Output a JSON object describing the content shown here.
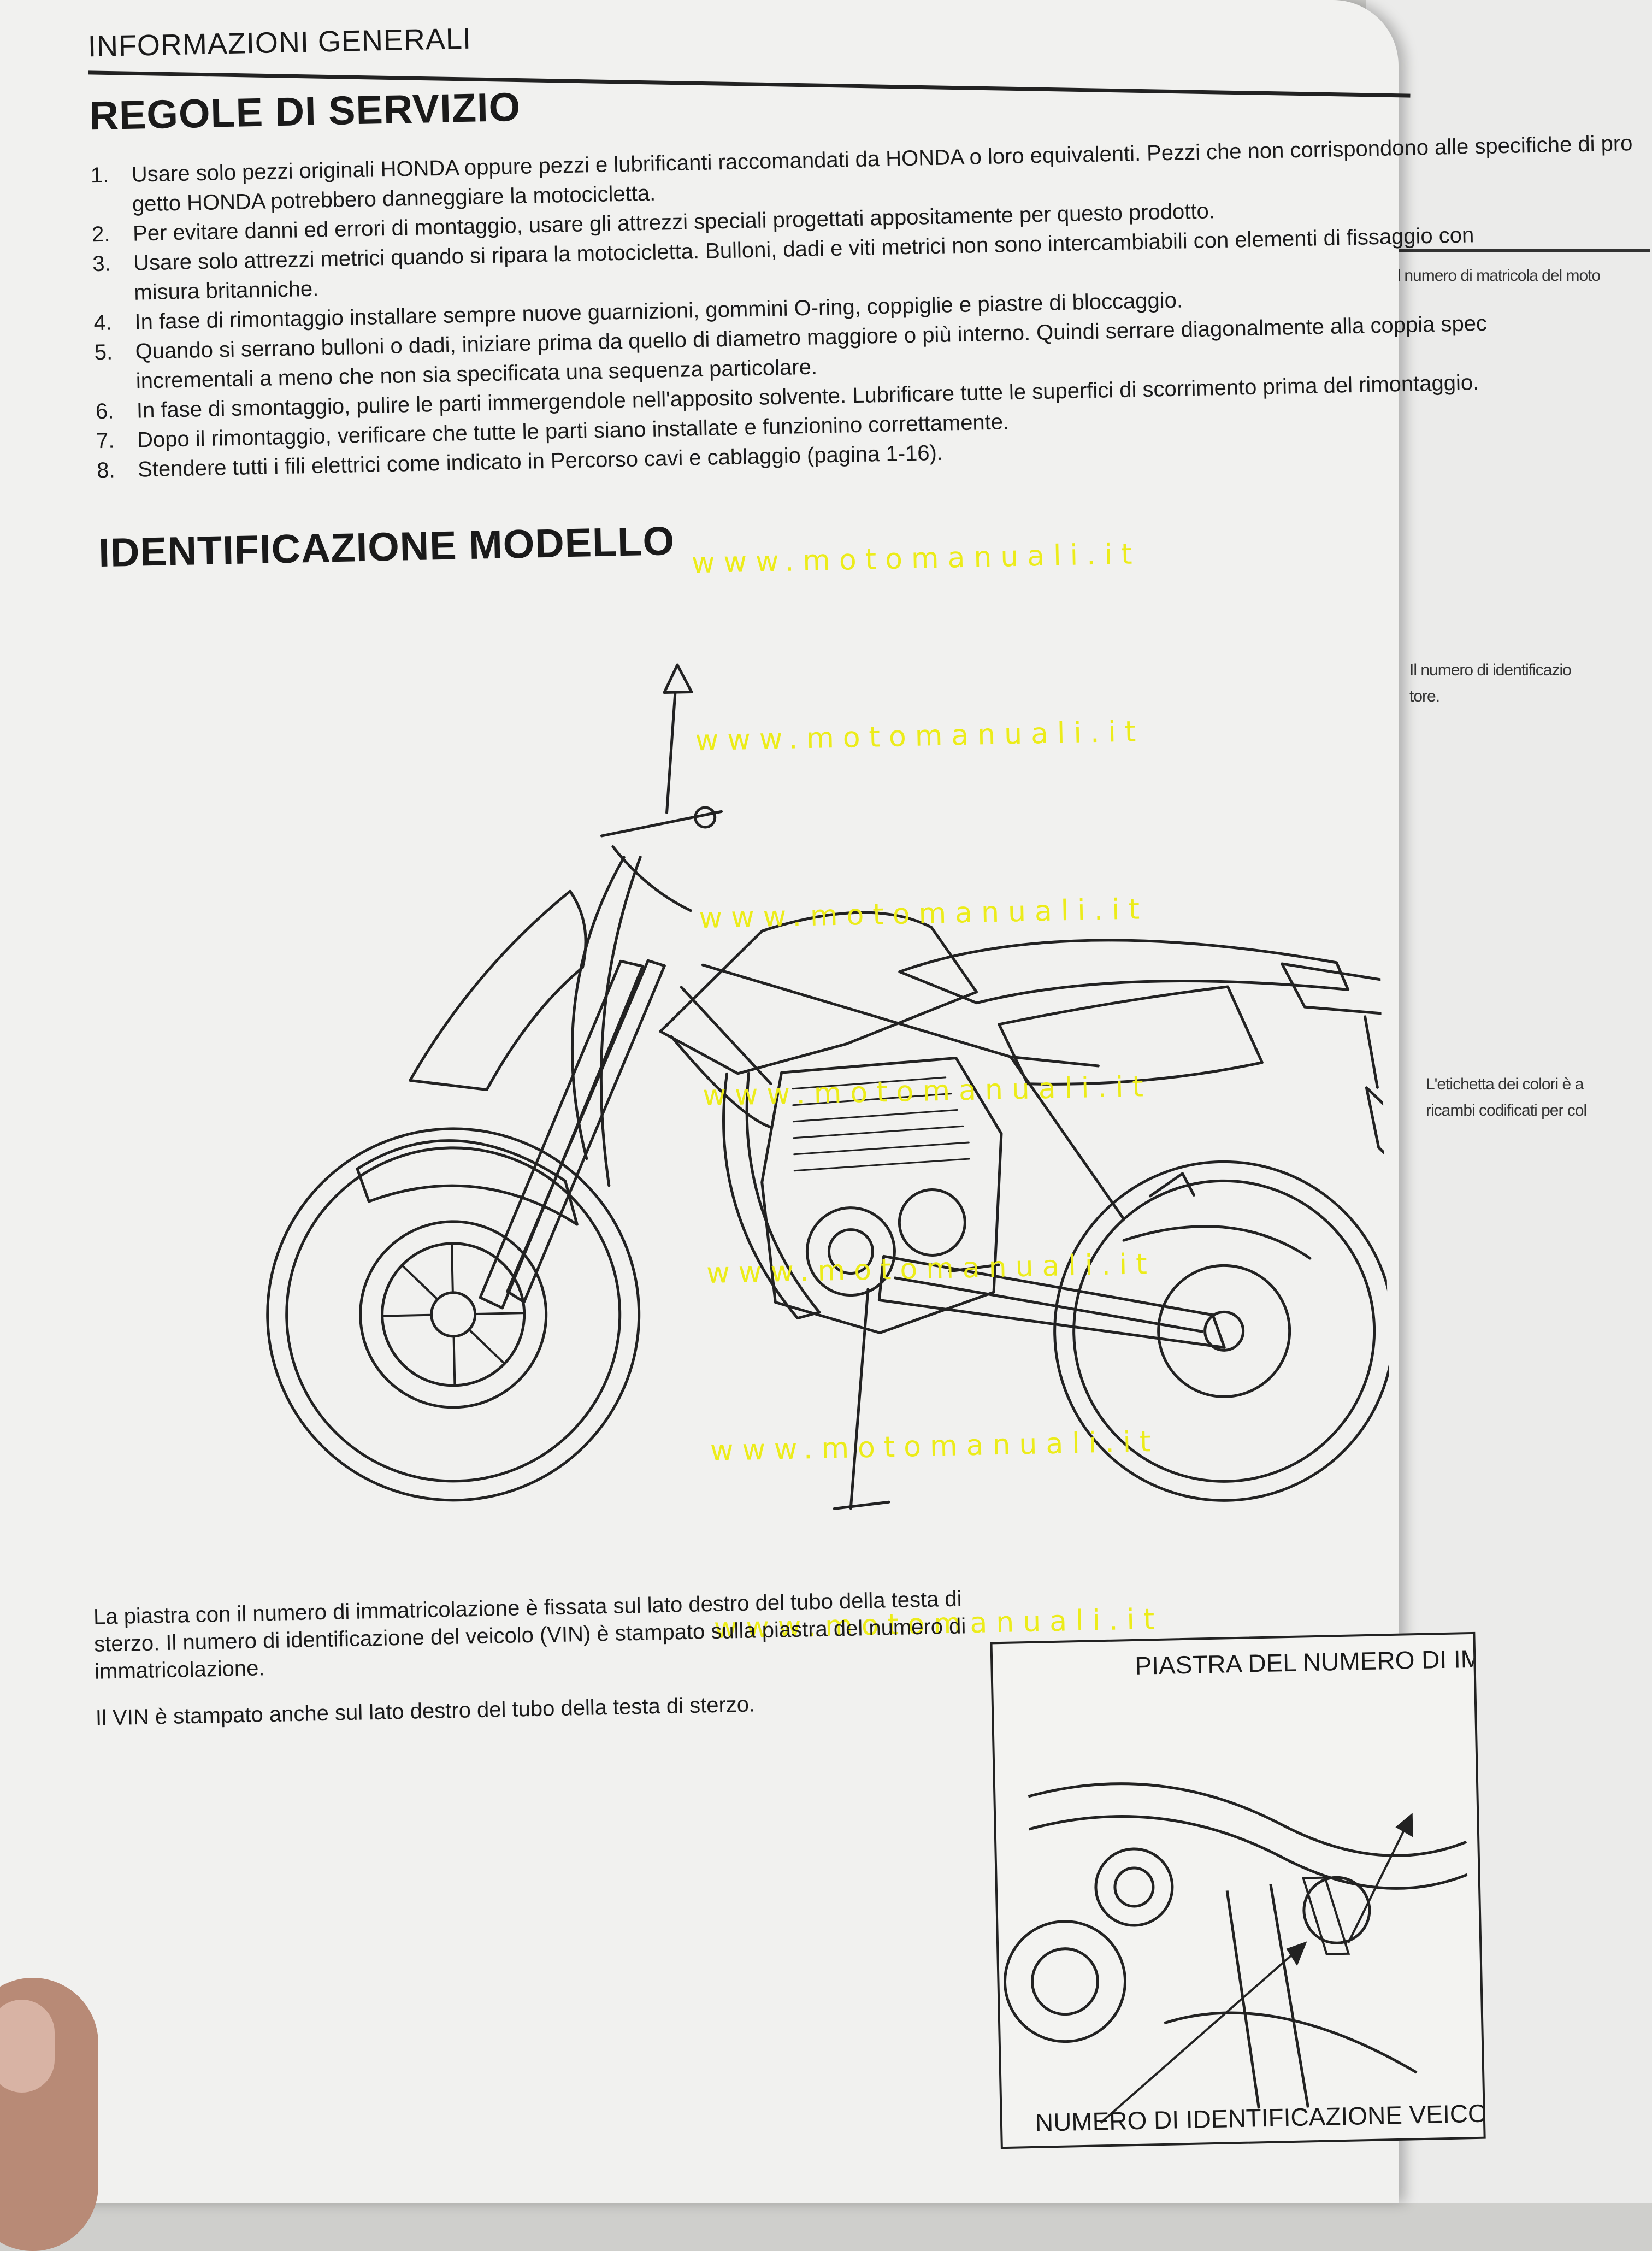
{
  "header": {
    "section": "INFORMAZIONI GENERALI"
  },
  "service_rules": {
    "title": "REGOLE DI SERVIZIO",
    "items": [
      {
        "num": "1.",
        "text": "Usare solo pezzi originali HONDA oppure pezzi e lubrificanti raccomandati da HONDA o loro equivalenti. Pezzi che non corrispondono alle specifiche di pro"
      },
      {
        "num": "",
        "text": "getto HONDA potrebbero danneggiare la motocicletta."
      },
      {
        "num": "2.",
        "text": "Per evitare danni ed errori di montaggio, usare gli attrezzi speciali progettati appositamente per questo prodotto."
      },
      {
        "num": "3.",
        "text": "Usare solo attrezzi metrici quando si ripara la motocicletta. Bulloni, dadi e viti metrici non sono intercambiabili con elementi di fissaggio con"
      },
      {
        "num": "",
        "text": "misura britanniche."
      },
      {
        "num": "4.",
        "text": "In fase di rimontaggio installare sempre nuove guarnizioni, gommini O-ring, coppiglie e piastre di bloccaggio."
      },
      {
        "num": "5.",
        "text": "Quando si serrano bulloni o dadi, iniziare prima da quello di diametro maggiore o più interno. Quindi serrare diagonalmente alla coppia spec"
      },
      {
        "num": "",
        "text": "incrementali a meno che non sia specificata una sequenza particolare."
      },
      {
        "num": "6.",
        "text": "In fase di smontaggio, pulire le parti immergendole nell'apposito solvente. Lubrificare tutte le superfici di scorrimento prima del rimontaggio."
      },
      {
        "num": "7.",
        "text": "Dopo il rimontaggio, verificare che tutte le parti siano installate e funzionino correttamente."
      },
      {
        "num": "8.",
        "text": "Stendere tutti i fili elettrici come indicato in Percorso cavi e cablaggio (pagina 1-16)."
      }
    ]
  },
  "model_id": {
    "title": "IDENTIFICAZIONE MODELLO",
    "para1": "La piastra con il numero di immatricolazione è fissata sul lato destro del tubo della testa di sterzo. Il numero di identificazione del veicolo (VIN) è stampato sulla piastra del numero di immatricolazione.",
    "para2": "Il VIN è stampato anche sul lato destro del tubo della testa di sterzo.",
    "inset_label_top": "PIASTRA DEL NUMERO DI IMMATRICOLAZIONE",
    "inset_label_bottom": "NUMERO DI IDENTIFICAZIONE VEICOLO (VIN)"
  },
  "watermark": "www.motomanuali.it",
  "right_page": {
    "line1": "Il numero di matricola del moto",
    "line2a": "Il numero di identificazio",
    "line2b": "tore.",
    "line3a": "L'etichetta dei colori è a",
    "line3b": "ricambi codificati per col"
  }
}
